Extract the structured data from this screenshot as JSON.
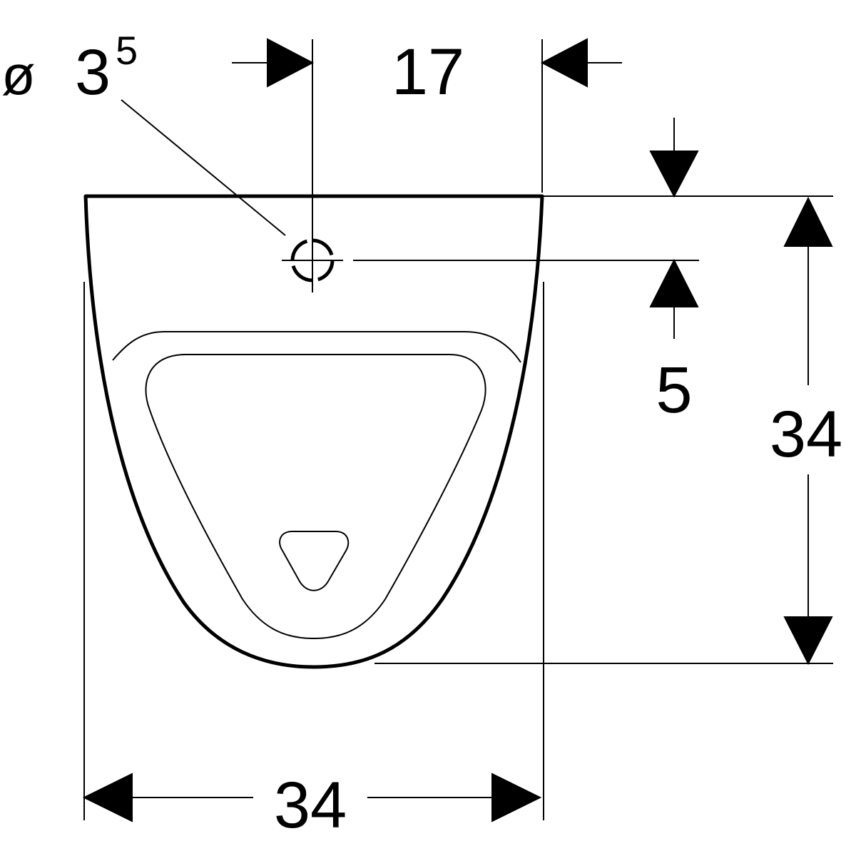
{
  "drawing": {
    "hole_diameter_symbol": "ø",
    "hole_diameter_main": "3",
    "hole_diameter_super": "5",
    "hole_offset_horizontal": "17",
    "hole_offset_vertical": "5",
    "height": "34",
    "width": "34"
  },
  "colors": {
    "line": "#000000",
    "background": "#ffffff"
  }
}
